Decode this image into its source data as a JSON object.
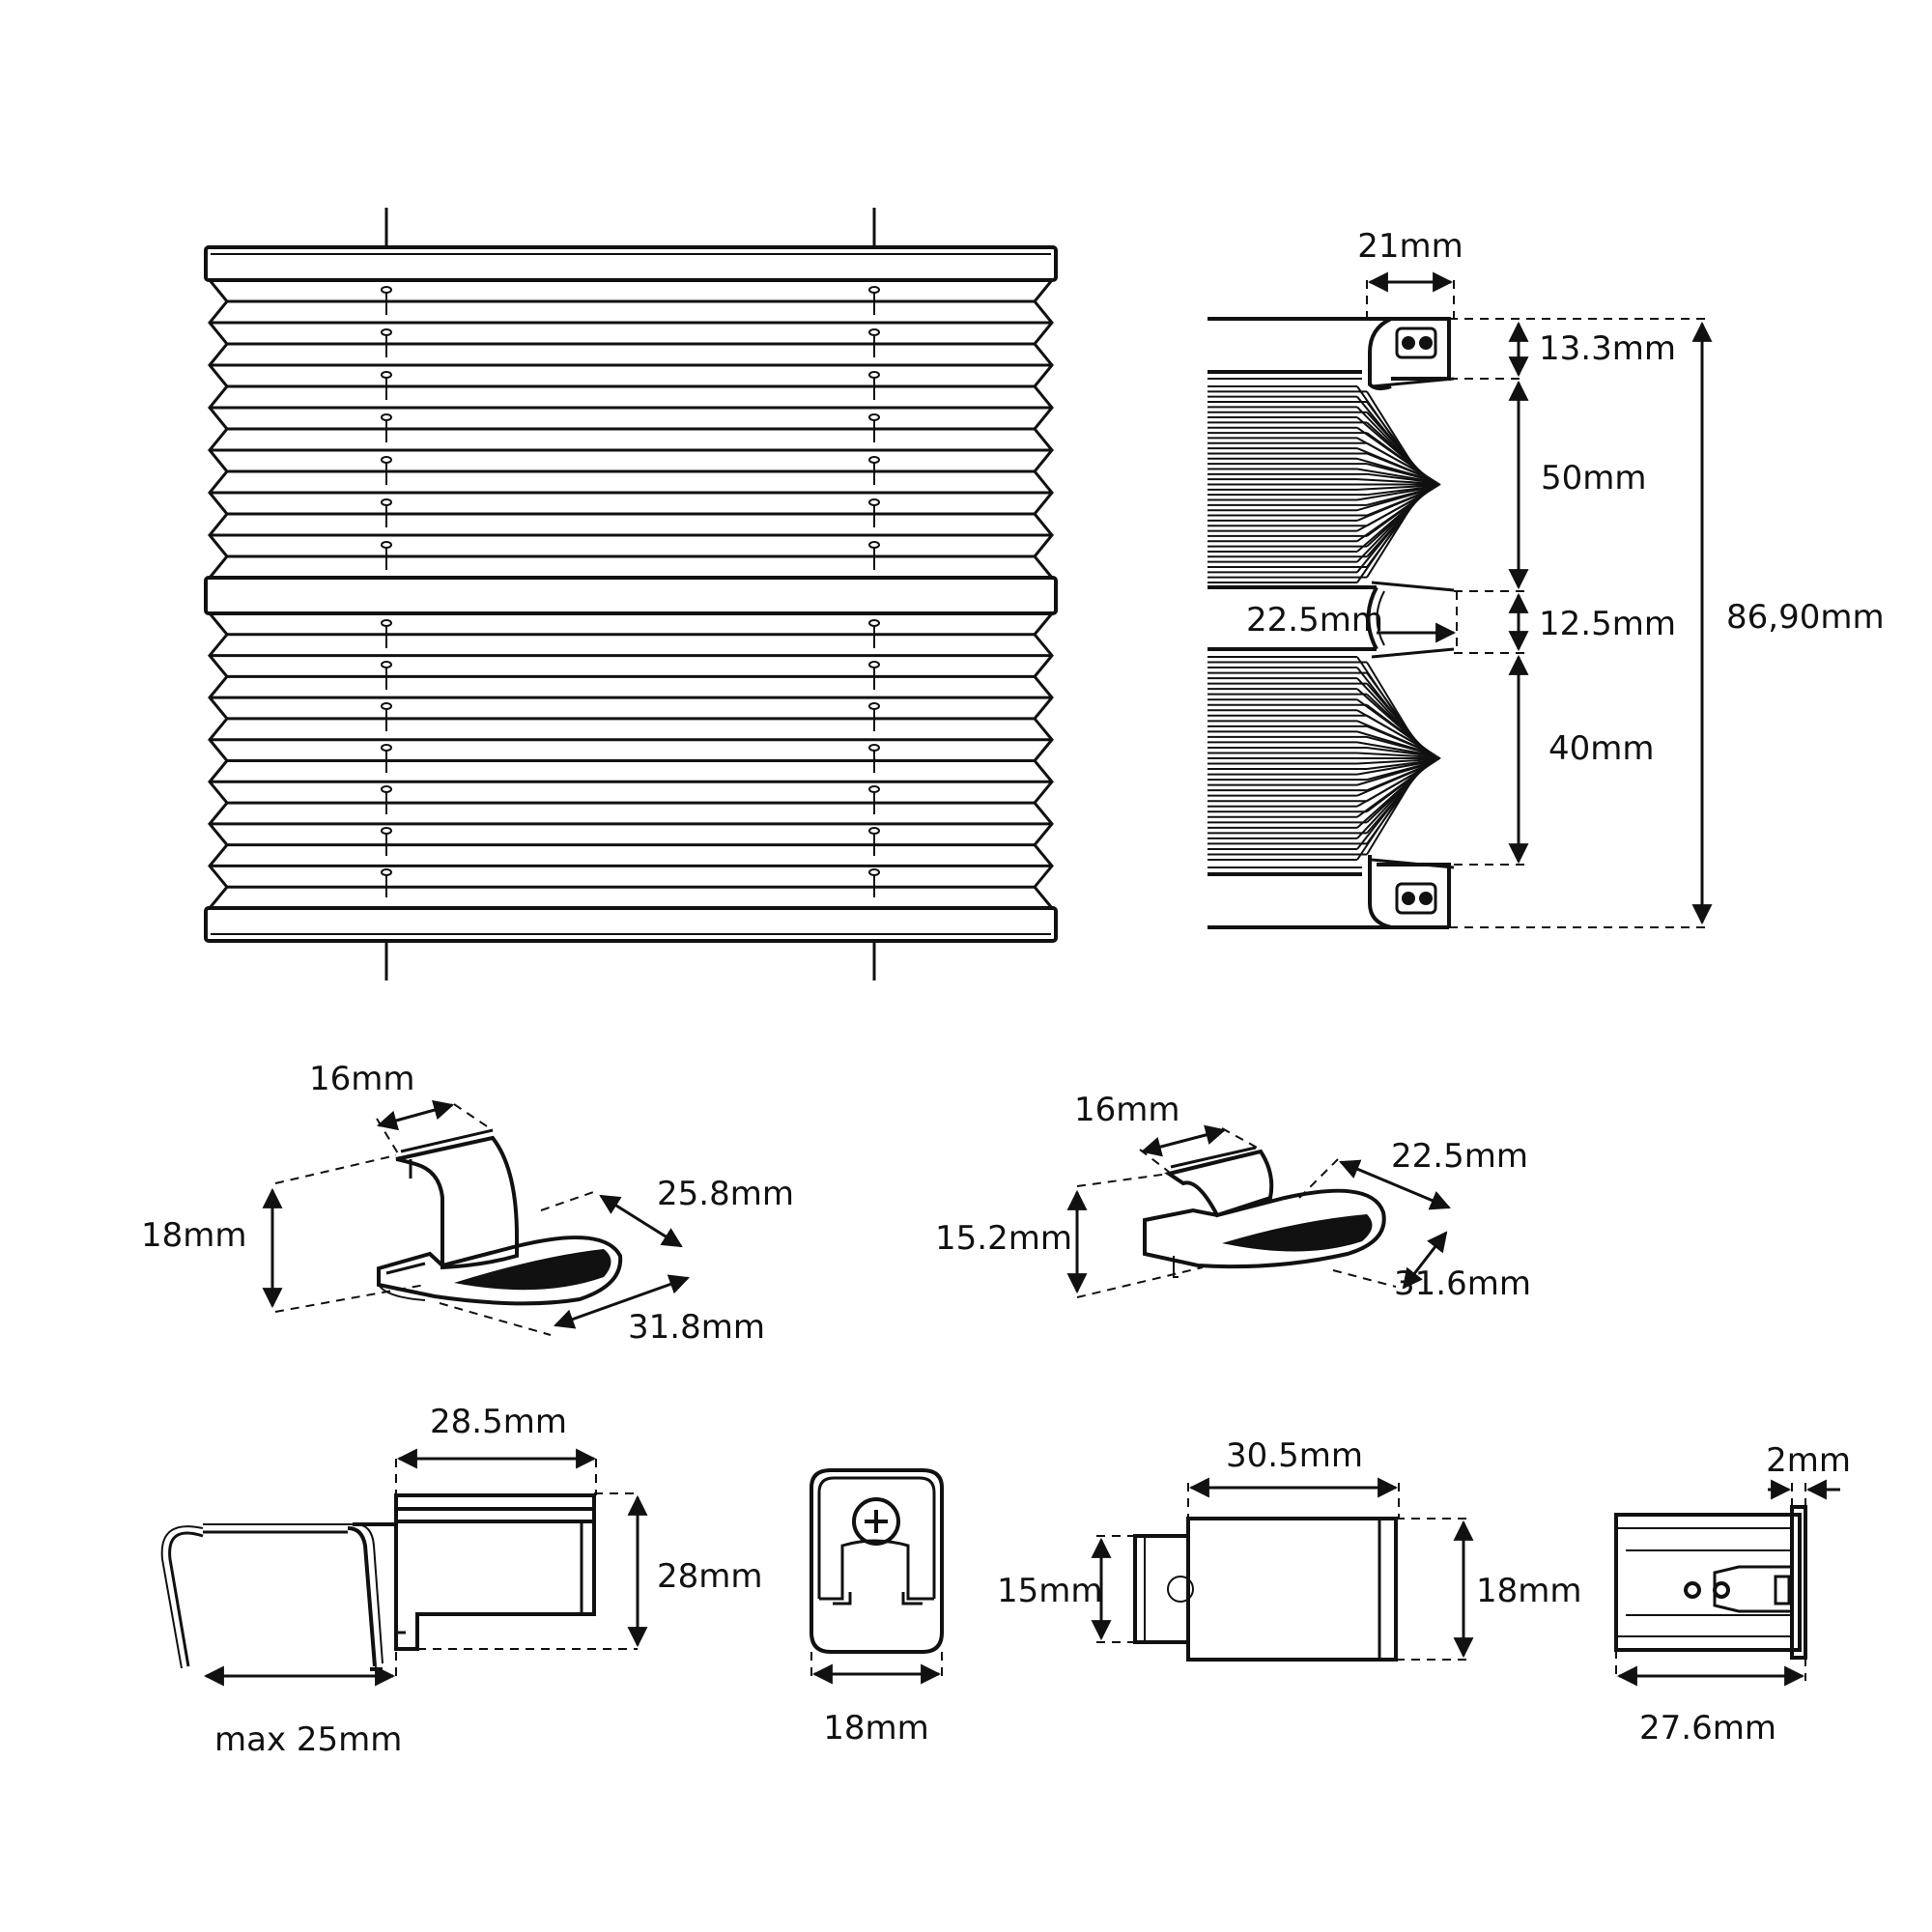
{
  "colors": {
    "line": "#111111",
    "background": "#ffffff"
  },
  "side_profile": {
    "dims": {
      "top_width": "21mm",
      "top_rail_height": "13.3mm",
      "upper_fabric": "50mm",
      "middle_rail_depth": "22.5mm",
      "middle_rail_height": "12.5mm",
      "lower_fabric": "40mm",
      "total_height": "86,90mm"
    }
  },
  "clip_left": {
    "dims": {
      "top": "16mm",
      "height": "18mm",
      "depth": "25.8mm",
      "length": "31.8mm"
    }
  },
  "clip_right": {
    "dims": {
      "top": "16mm",
      "height": "15.2mm",
      "depth": "22.5mm",
      "length": "31.6mm"
    }
  },
  "bracket_hook": {
    "dims": {
      "width": "28.5mm",
      "height": "28mm",
      "clamp": "max 25mm"
    }
  },
  "screw_bracket": {
    "dims": {
      "width": "18mm"
    }
  },
  "end_cap_side": {
    "dims": {
      "width": "30.5mm",
      "left_height": "15mm",
      "right_height": "18mm"
    }
  },
  "end_cap_top": {
    "dims": {
      "lip": "2mm",
      "length": "27.6mm"
    }
  }
}
